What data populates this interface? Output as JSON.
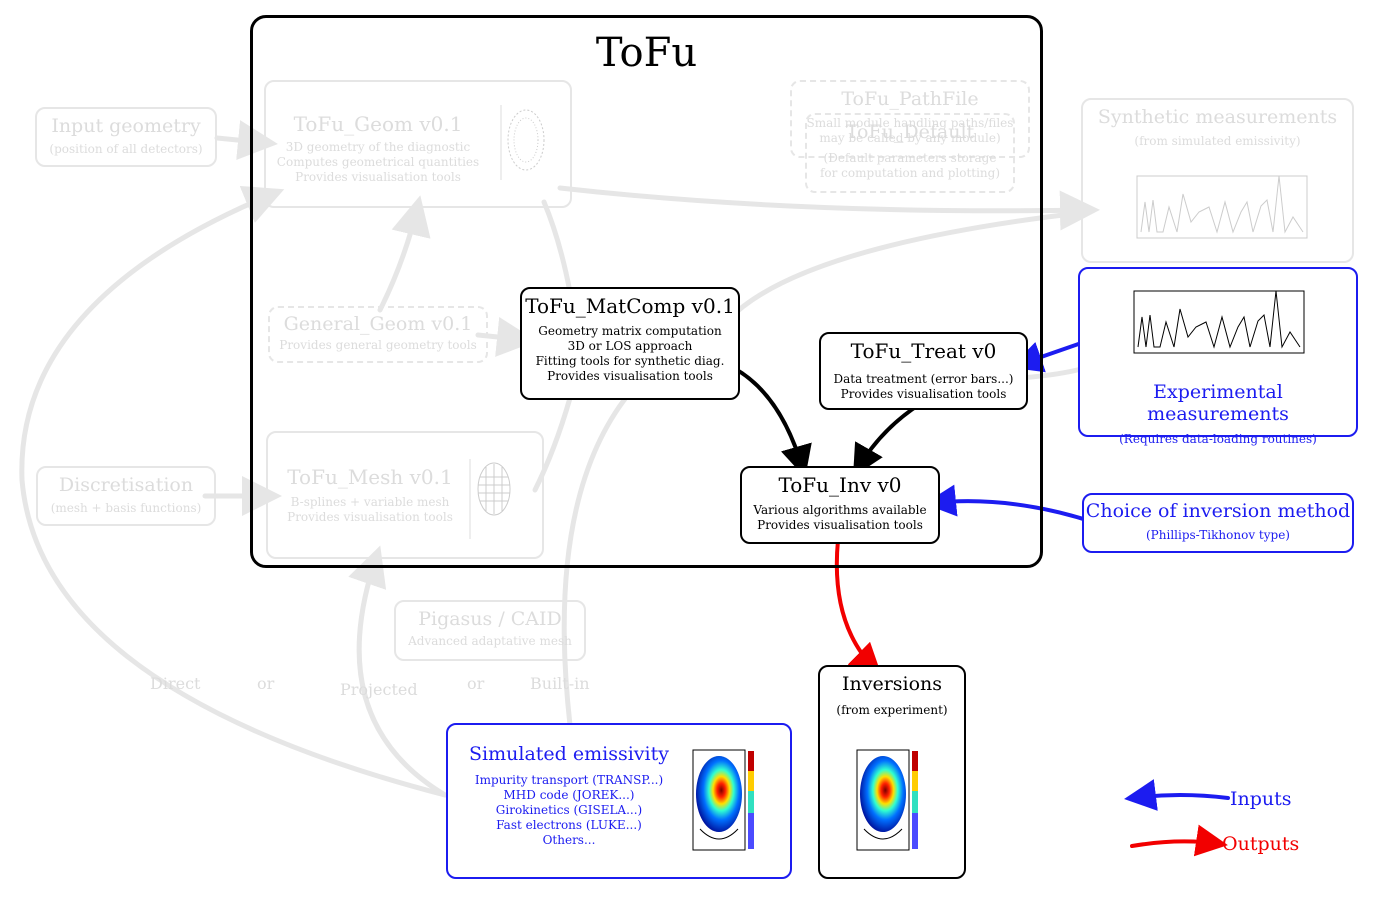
{
  "main_title": "ToFu",
  "colors": {
    "faded": "#e6e6e6",
    "faded_text": "#dcdcdc",
    "input": "#1c1cf0",
    "output": "#f20000",
    "dark": "#000000"
  },
  "modules": {
    "geom": {
      "title": "ToFu_Geom v0.1",
      "lines": [
        "3D geometry of the diagnostic",
        "Computes geometrical quantities",
        "Provides visualisation tools"
      ]
    },
    "pathfile": {
      "title": "ToFu_PathFile",
      "lines": [
        "Small module handling paths/files",
        "may be called by any module)"
      ]
    },
    "default": {
      "title": "ToFu_Default",
      "lines": [
        "(Default parameters storage",
        "for computation and plotting)"
      ]
    },
    "general_geom": {
      "title": "General_Geom v0.1",
      "lines": [
        "Provides general geometry tools"
      ]
    },
    "matcomp": {
      "title": "ToFu_MatComp v0.1",
      "lines": [
        "Geometry matrix computation",
        "3D or LOS approach",
        "Fitting tools for synthetic diag.",
        "Provides visualisation tools"
      ]
    },
    "treat": {
      "title": "ToFu_Treat v0",
      "lines": [
        "Data treatment (error bars...)",
        "Provides visualisation tools"
      ]
    },
    "mesh": {
      "title": "ToFu_Mesh v0.1",
      "lines": [
        "B-splines + variable mesh",
        "Provides visualisation tools"
      ]
    },
    "inv": {
      "title": "ToFu_Inv v0",
      "lines": [
        "Various algorithms available",
        "Provides visualisation tools"
      ]
    }
  },
  "external": {
    "input_geometry": {
      "title": "Input geometry",
      "sub": "(position of all detectors)"
    },
    "discretisation": {
      "title": "Discretisation",
      "sub": "(mesh + basis functions)"
    },
    "synthetic": {
      "title": "Synthetic measurements",
      "sub": "(from simulated emissivity)"
    },
    "experimental": {
      "title": "Experimental measurements",
      "sub": "(Requires data-loading routines)"
    },
    "inversion_method": {
      "title": "Choice of inversion method",
      "sub": "(Phillips-Tikhonov type)"
    },
    "pigasus": {
      "title": "Pigasus / CAID",
      "sub": "Advanced adaptative mesh"
    },
    "simulated": {
      "title": "Simulated emissivity",
      "lines": [
        "Impurity transport (TRANSP...)",
        "MHD code (JOREK...)",
        "Girokinetics (GISELA...)",
        "Fast electrons (LUKE...)",
        "Others..."
      ]
    },
    "inversions": {
      "title": "Inversions",
      "sub": "(from experiment)"
    }
  },
  "path_labels": {
    "direct": "Direct",
    "or1": "or",
    "projected": "Projected",
    "or2": "or",
    "builtin": "Built-in"
  },
  "legend": {
    "inputs": "Inputs",
    "outputs": "Outputs"
  }
}
